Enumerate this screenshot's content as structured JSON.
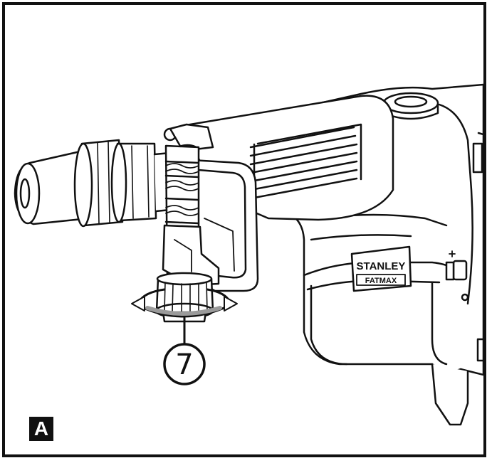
{
  "figure": {
    "letter": "A"
  },
  "callout": {
    "number": "7"
  },
  "brand": {
    "name": "STANLEY",
    "sub": "FATMAX"
  },
  "colors": {
    "ink": "#111111",
    "paper": "#ffffff",
    "fill_gray": "#e6e6e6"
  }
}
